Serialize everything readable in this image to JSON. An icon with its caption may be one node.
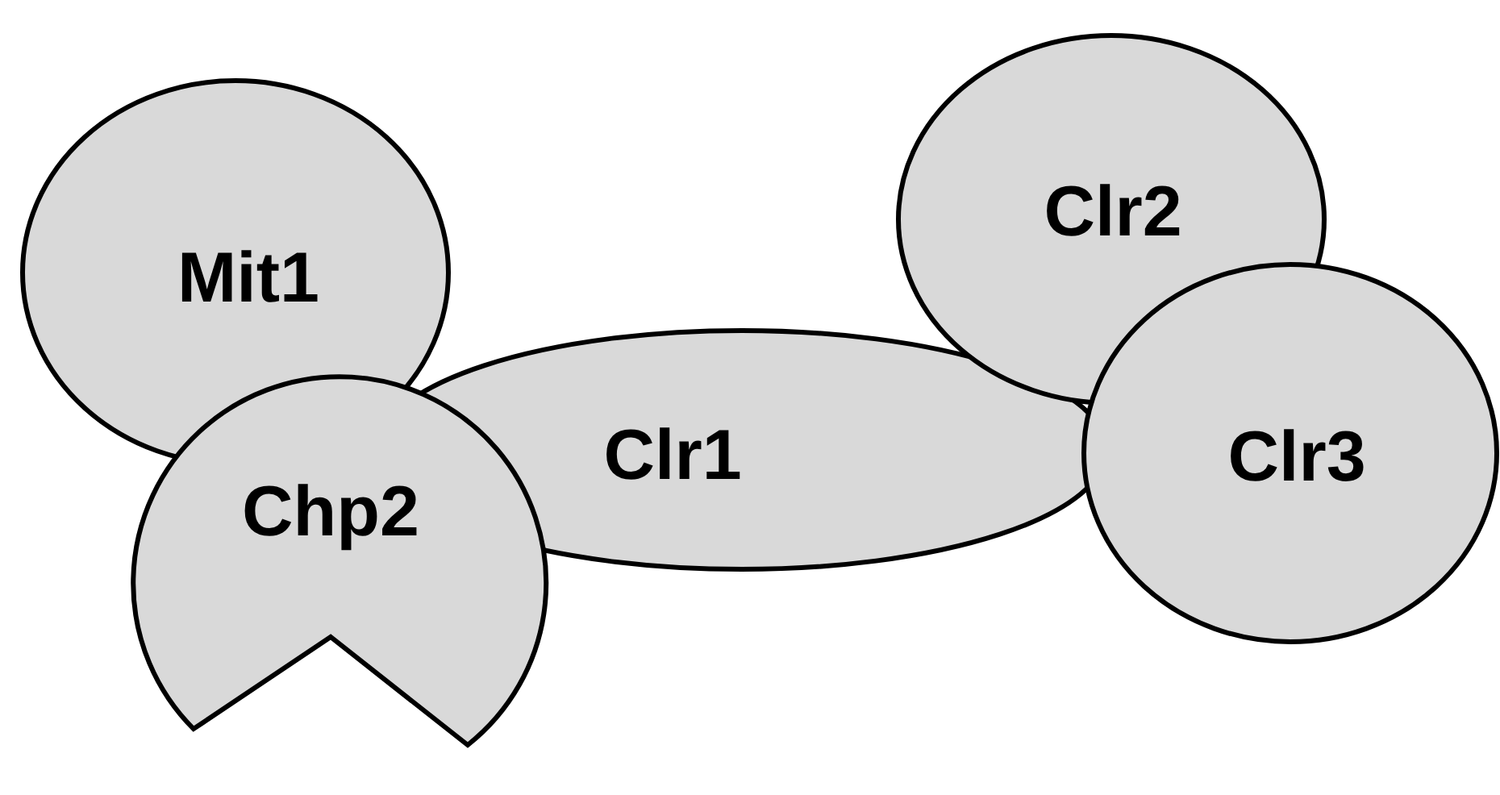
{
  "diagram": {
    "nodes": [
      {
        "text": [
          "Mit1"
        ]
      },
      {
        "text": [
          "Clr2"
        ]
      },
      {
        "text": [
          "Clr1"
        ]
      },
      {
        "text": [
          "Clr3"
        ]
      },
      {
        "text": [
          "Chp2"
        ]
      }
    ]
  }
}
